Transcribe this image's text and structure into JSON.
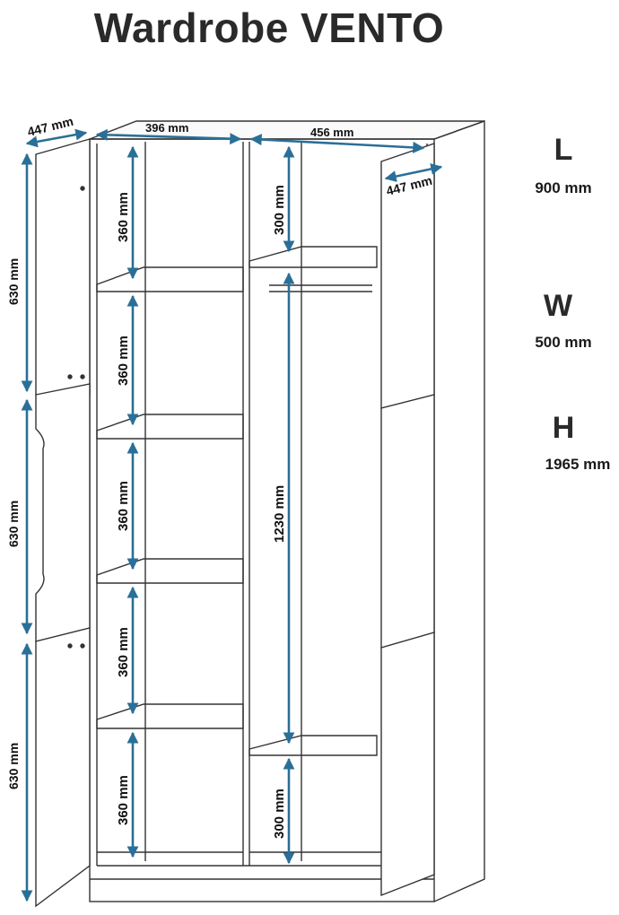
{
  "title": "Wardrobe VENTO",
  "dimensions": [
    {
      "letter": "L",
      "value": "900 mm"
    },
    {
      "letter": "W",
      "value": "500 mm"
    },
    {
      "letter": "H",
      "value": "1965 mm"
    }
  ],
  "labels": {
    "door_left_width": "447 mm",
    "door_right_width": "447 mm",
    "left_section_width": "396 mm",
    "right_section_width": "456 mm",
    "door_panel_height": "630 mm",
    "shelf_gap": "360 mm",
    "top_right_gap": "300 mm",
    "bottom_right_gap": "300 mm",
    "hanging_height": "1230 mm"
  },
  "colors": {
    "arrow": "#2a6f97",
    "line": "#333333",
    "text": "#111111"
  }
}
